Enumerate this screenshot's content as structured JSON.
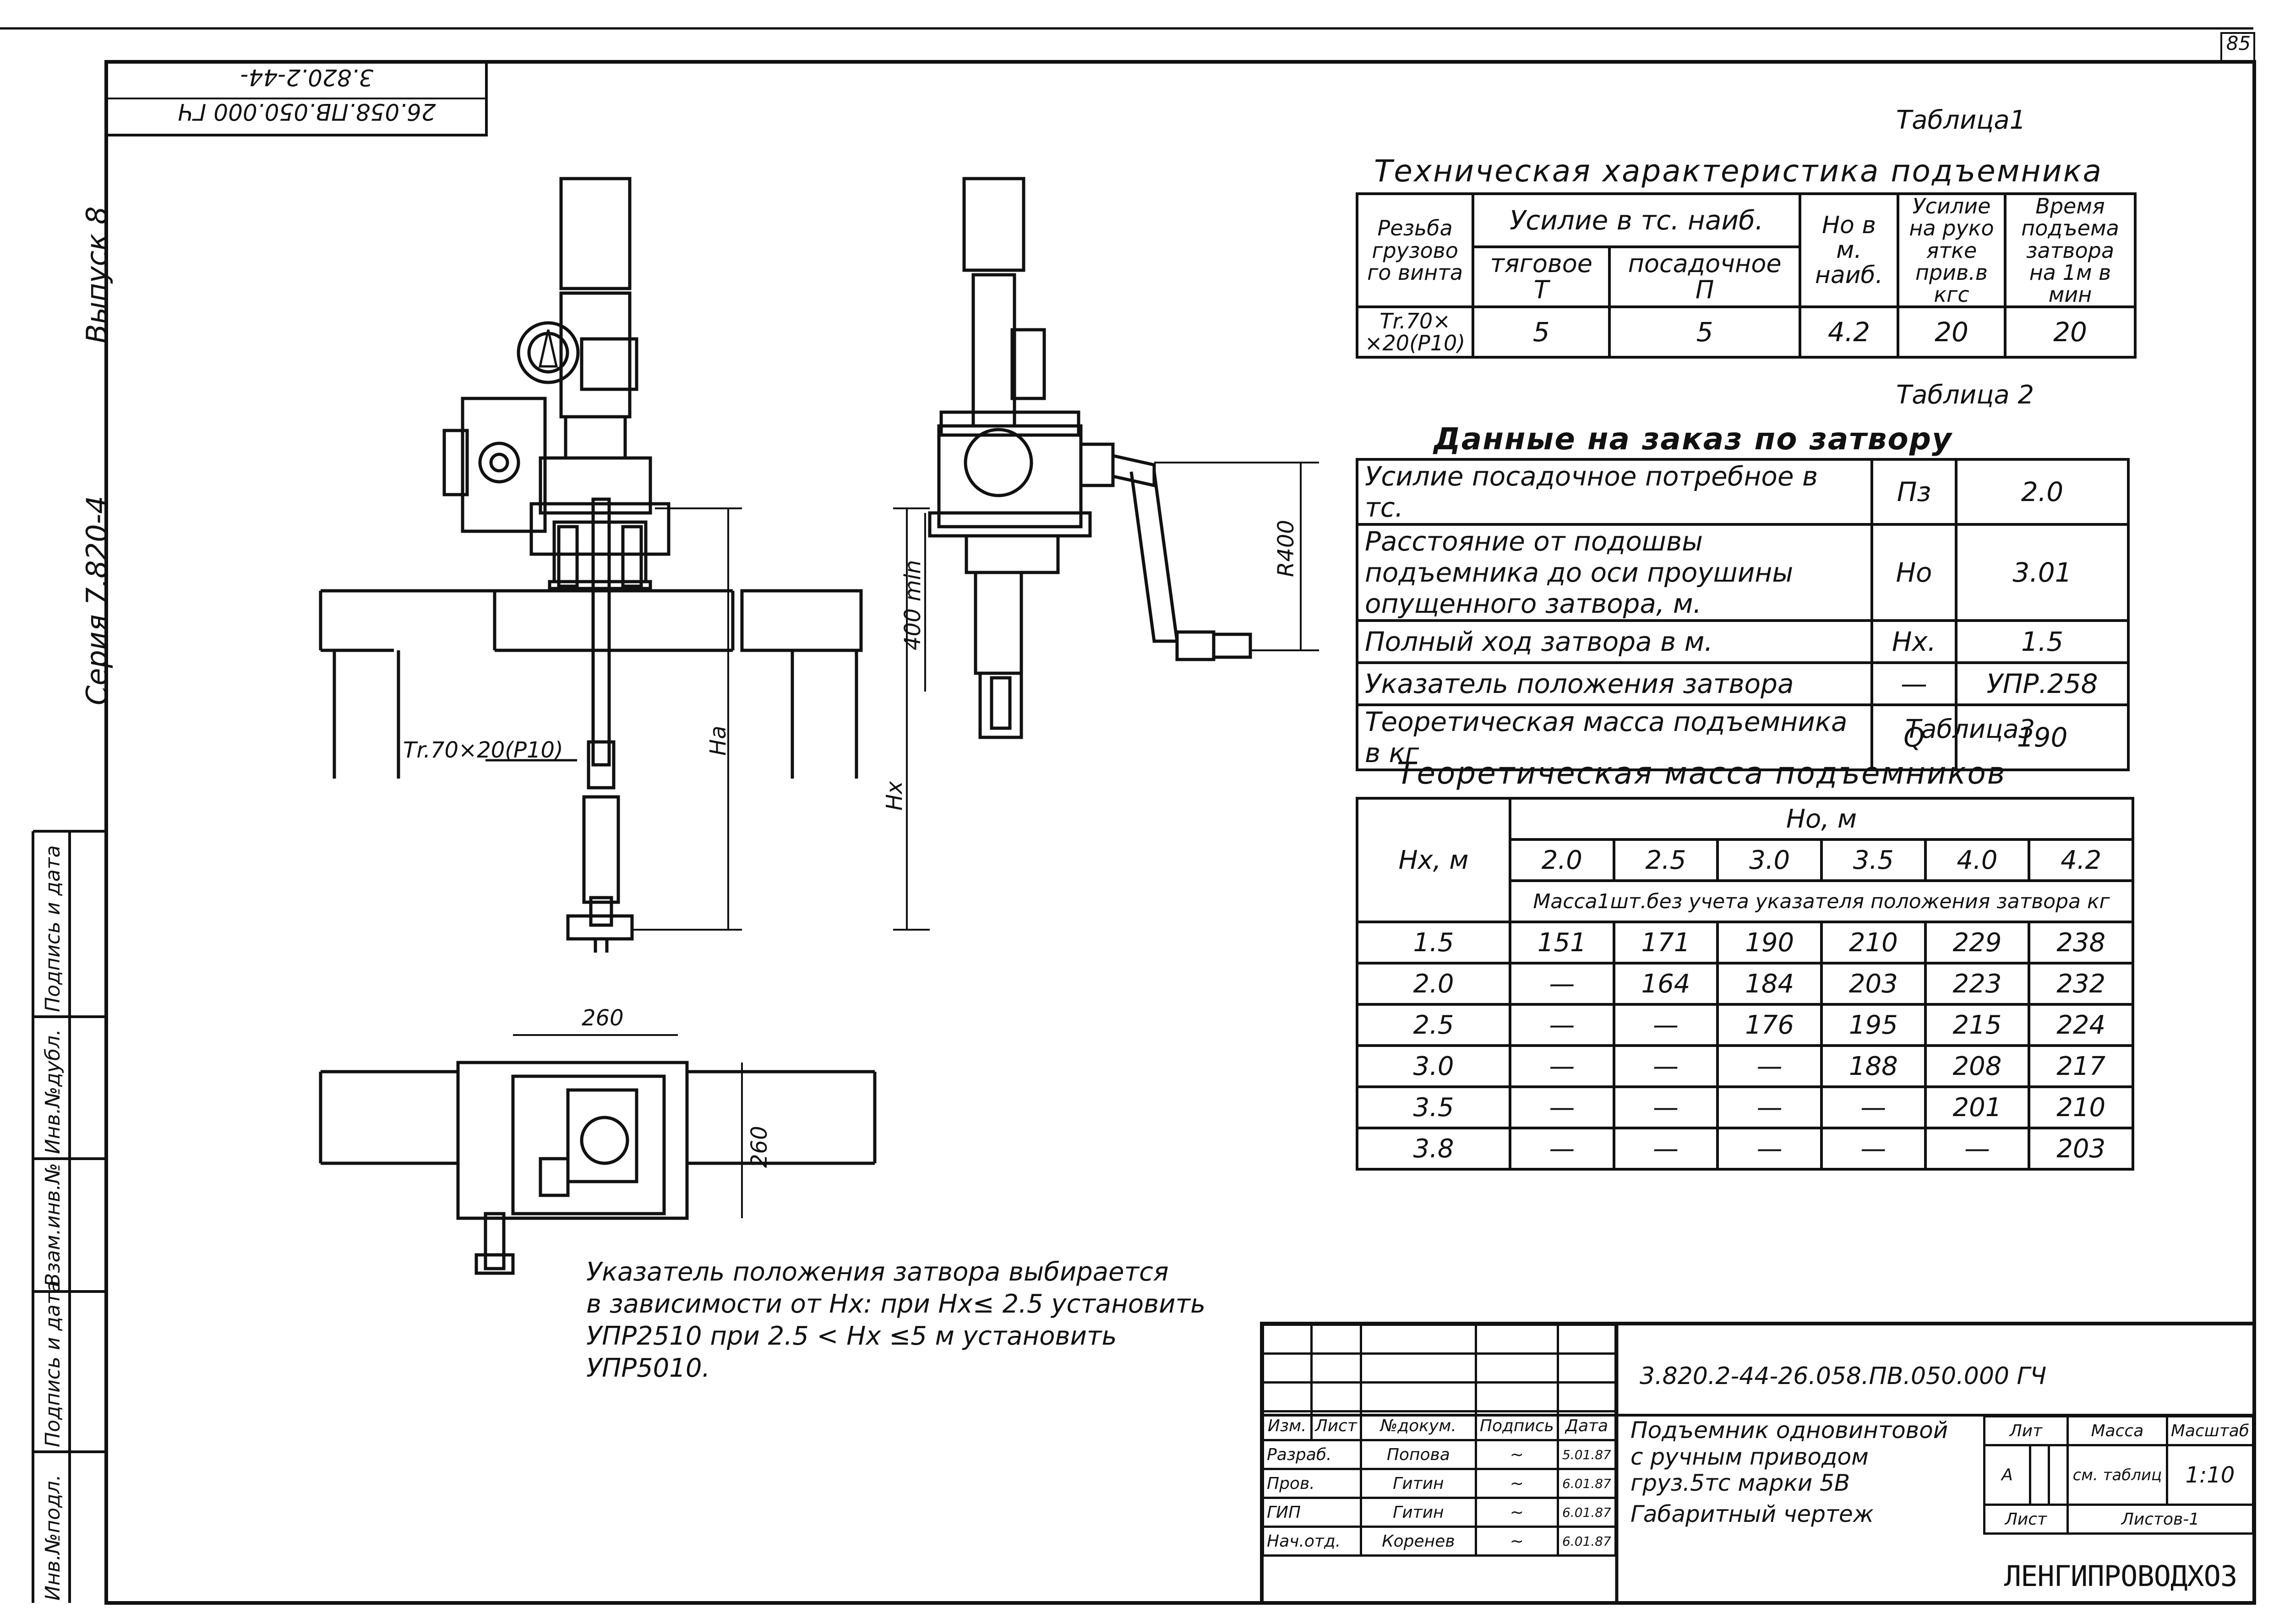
{
  "sheet": {
    "page_number": "85",
    "code_rotated": "26.058.ПВ.050.000 ГЧ",
    "series_rotated": "3.820.2-44-",
    "issue": "Выпуск 8",
    "series": "Серия 7.820-4"
  },
  "left_strip": [
    "Взам.инв.№",
    "Подпись и дата",
    "Инв.№дубл.",
    "Подпись и дата",
    "Инв.№подл."
  ],
  "drawing_labels": {
    "thread": "Тr.70×20(Р10)",
    "ha": "На",
    "hx": "Нх",
    "min400": "400 min",
    "r400": "R400",
    "dim260_h": "260",
    "dim260_v": "260"
  },
  "table1": {
    "caption": "Таблица1",
    "title": "Техническая характеристика подъемника",
    "h_thread": "Резьба грузово го винта",
    "h_force": "Усилие в тс. наиб.",
    "h_pull": "тяговое Т",
    "h_push": "посадочное П",
    "h_ho": "Но в м. наиб.",
    "h_handle": "Усилие на руко ятке прив.в кгс",
    "h_time": "Время подъема затвора на 1м в мин",
    "row": [
      "Тr.70× ×20(Р10)",
      "5",
      "5",
      "4.2",
      "20",
      "20"
    ]
  },
  "table2": {
    "caption": "Таблица 2",
    "title": "Данные на заказ по затвору",
    "rows": [
      [
        "Усилие посадочное потребное в тс.",
        "Пз",
        "2.0"
      ],
      [
        "Расстояние от подошвы подъемника до оси проушины опущенного затвора, м.",
        "Но",
        "3.01"
      ],
      [
        "Полный ход затвора в м.",
        "Нх.",
        "1.5"
      ],
      [
        "Указатель положения затвора",
        "—",
        "УПР.258"
      ],
      [
        "Теоретическая масса подъемника в кг",
        "Q",
        "190"
      ]
    ]
  },
  "table3": {
    "caption": "Таблица3",
    "title": "Теоретическая масса подъемников",
    "h_hx": "Нх, м",
    "h_ho": "Но, м",
    "ho_values": [
      "2.0",
      "2.5",
      "3.0",
      "3.5",
      "4.0",
      "4.2"
    ],
    "subheader": "Масса1шт.без учета указателя положения затвора кг",
    "rows": [
      [
        "1.5",
        "151",
        "171",
        "190",
        "210",
        "229",
        "238"
      ],
      [
        "2.0",
        "—",
        "164",
        "184",
        "203",
        "223",
        "232"
      ],
      [
        "2.5",
        "—",
        "—",
        "176",
        "195",
        "215",
        "224"
      ],
      [
        "3.0",
        "—",
        "—",
        "—",
        "188",
        "208",
        "217"
      ],
      [
        "3.5",
        "—",
        "—",
        "—",
        "—",
        "201",
        "210"
      ],
      [
        "3.8",
        "—",
        "—",
        "—",
        "—",
        "—",
        "203"
      ]
    ]
  },
  "note": [
    "Указатель положения затвора выбирается",
    "в зависимости от Нх: при Нх≤ 2.5 установить",
    "УПР2510 при 2.5 < Нх ≤5 м установить",
    "УПР5010."
  ],
  "stamp": {
    "code": "3.820.2-44-26.058.ПВ.050.000 ГЧ",
    "name": [
      "Подъемник одновинтовой",
      "с ручным приводом",
      "груз.5тс марки 5В"
    ],
    "kind": "Габаритный чертеж",
    "h_izm": "Изм.",
    "h_list": "Лист",
    "h_doc": "№докум.",
    "h_sign": "Подпись",
    "h_date": "Дата",
    "people": [
      [
        "Разраб.",
        "Попова",
        "5.01.87"
      ],
      [
        "Пров.",
        "Гитин",
        "6.01.87"
      ],
      [
        "ГИП",
        "Гитин",
        "6.01.87"
      ],
      [
        "Нач.отд.",
        "Коренев",
        "6.01.87"
      ]
    ],
    "lit": "Лит",
    "mass": "Масса",
    "scale": "Масштаб",
    "lit_val": "А",
    "mass_val": "см. таблиц",
    "scale_val": "1:10",
    "sheet": "Лист",
    "sheets": "Листов-1",
    "org": "ЛЕНГИПРОВОДХОЗ"
  }
}
